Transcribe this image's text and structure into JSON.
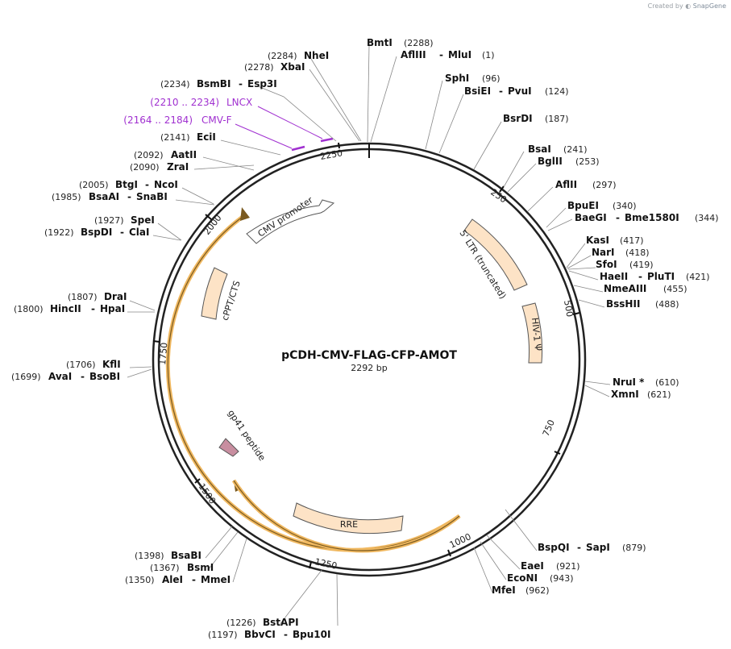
{
  "credit": {
    "prefix": "Created by",
    "brand": "SnapGene"
  },
  "plasmid": {
    "name": "pCDH-CMV-FLAG-CFP-AMOT",
    "length_label": "2292 bp",
    "length": 2292
  },
  "ticks": [
    "250",
    "500",
    "750",
    "1000",
    "1250",
    "1500",
    "1750",
    "2000",
    "2250"
  ],
  "features": [
    {
      "label": "CMV promoter",
      "color": "#ffffff"
    },
    {
      "label": "5' LTR (truncated)",
      "color": "#fde3c6"
    },
    {
      "label": "HIV-1 Ψ",
      "color": "#fde3c6"
    },
    {
      "label": "RRE",
      "color": "#fde3c6"
    },
    {
      "label": "gp41 peptide",
      "color": "#c88ea0"
    },
    {
      "label": "cPPT/CTS",
      "color": "#fde3c6"
    }
  ],
  "orf_color": "#f0b860",
  "primers": [
    {
      "range": "(2210 .. 2234)",
      "name": "LNCX"
    },
    {
      "range": "(2164 .. 2184)",
      "name": "CMV-F"
    }
  ],
  "sites": [
    {
      "name": "BmtI",
      "pos": "(2288)"
    },
    {
      "name": "AflIII",
      "name2": "MluI",
      "pos": "(1)"
    },
    {
      "name": "SphI",
      "pos": "(96)"
    },
    {
      "name": "BsiEI",
      "name2": "PvuI",
      "pos": "(124)"
    },
    {
      "name": "BsrDI",
      "pos": "(187)"
    },
    {
      "name": "BsaI",
      "pos": "(241)"
    },
    {
      "name": "BglII",
      "pos": "(253)"
    },
    {
      "name": "AflII",
      "pos": "(297)"
    },
    {
      "name": "BpuEI",
      "pos": "(340)"
    },
    {
      "name": "BaeGI",
      "name2": "Bme1580I",
      "pos": "(344)"
    },
    {
      "name": "KasI",
      "pos": "(417)"
    },
    {
      "name": "NarI",
      "pos": "(418)"
    },
    {
      "name": "SfoI",
      "pos": "(419)"
    },
    {
      "name": "HaeII",
      "name2": "PluTI",
      "pos": "(421)"
    },
    {
      "name": "NmeAIII",
      "pos": "(455)"
    },
    {
      "name": "BssHII",
      "pos": "(488)"
    },
    {
      "name": "NruI *",
      "pos": "(610)"
    },
    {
      "name": "XmnI",
      "pos": "(621)"
    },
    {
      "name": "BspQI",
      "name2": "SapI",
      "pos": "(879)"
    },
    {
      "name": "EaeI",
      "pos": "(921)"
    },
    {
      "name": "EcoNI",
      "pos": "(943)"
    },
    {
      "name": "MfeI",
      "pos": "(962)"
    },
    {
      "name": "BstAPI",
      "pos": "(1226)"
    },
    {
      "name": "BbvCI",
      "name2": "Bpu10I",
      "pos": "(1197)"
    },
    {
      "name": "BsaBI",
      "pos": "(1398)"
    },
    {
      "name": "BsmI",
      "pos": "(1367)"
    },
    {
      "name": "AleI",
      "name2": "MmeI",
      "pos": "(1350)"
    },
    {
      "name": "KflI",
      "pos": "(1706)"
    },
    {
      "name": "AvaI",
      "name2": "BsoBI",
      "pos": "(1699)"
    },
    {
      "name": "DraI",
      "pos": "(1807)"
    },
    {
      "name": "HincII",
      "name2": "HpaI",
      "pos": "(1800)"
    },
    {
      "name": "SpeI",
      "pos": "(1927)"
    },
    {
      "name": "BspDI",
      "name2": "ClaI",
      "pos": "(1922)"
    },
    {
      "name": "BtgI",
      "name2": "NcoI",
      "pos": "(2005)"
    },
    {
      "name": "BsaAI",
      "name2": "SnaBI",
      "pos": "(1985)"
    },
    {
      "name": "AatII",
      "pos": "(2092)"
    },
    {
      "name": "ZraI",
      "pos": "(2090)"
    },
    {
      "name": "EciI",
      "pos": "(2141)"
    },
    {
      "name": "BsmBI",
      "name2": "Esp3I",
      "pos": "(2234)"
    },
    {
      "name": "NheI",
      "pos": "(2284)"
    },
    {
      "name": "XbaI",
      "pos": "(2278)"
    }
  ]
}
